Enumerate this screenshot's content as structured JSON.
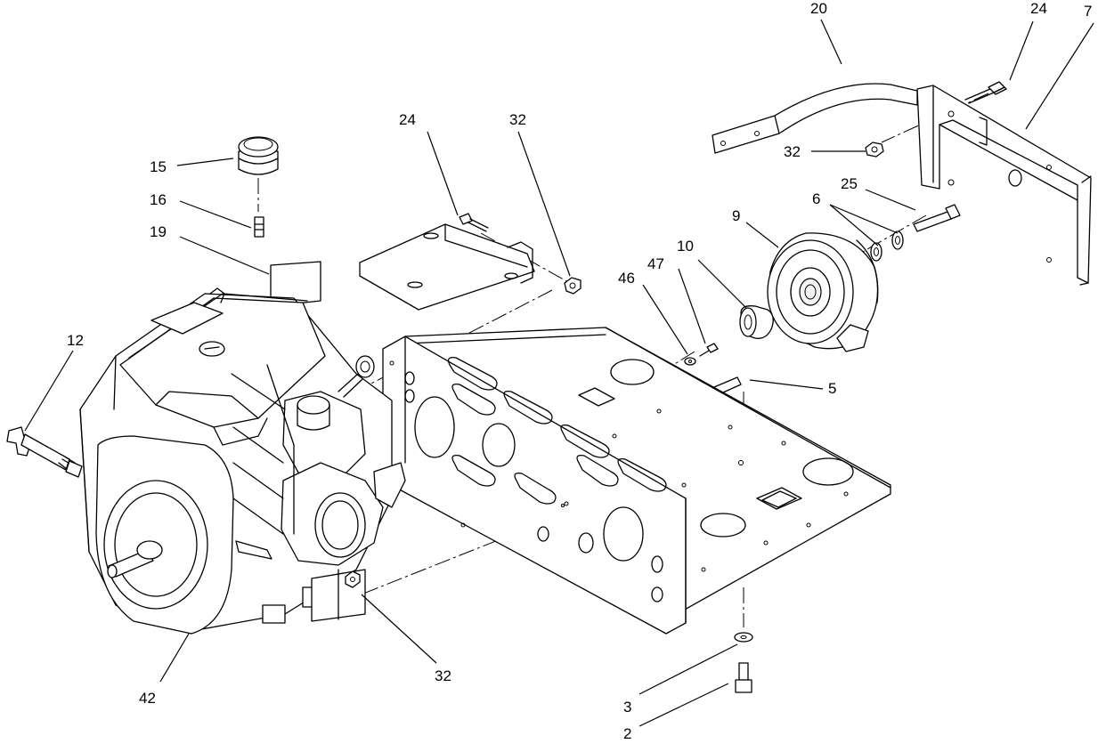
{
  "callouts": {
    "c20": "20",
    "c24a": "24",
    "c7": "7",
    "c32a": "32",
    "c25": "25",
    "c6": "6",
    "c9": "9",
    "c10": "10",
    "c47": "47",
    "c46": "46",
    "c5": "5",
    "c15": "15",
    "c16": "16",
    "c19": "19",
    "c24b": "24",
    "c32b": "32",
    "c12": "12",
    "c42": "42",
    "c32c": "32",
    "c3": "3",
    "c2": "2"
  }
}
